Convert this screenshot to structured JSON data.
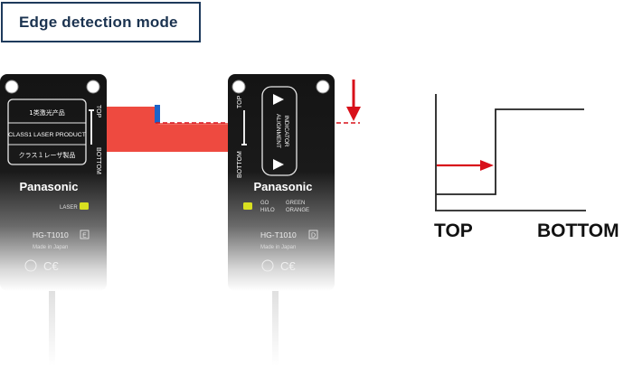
{
  "heading": "Edge detection mode",
  "emitter": {
    "top_label": "TOP",
    "bottom_label": "BOTTOM",
    "label_jp1": "1类激光产品",
    "label_class": "CLASS1 LASER PRODUCT",
    "label_jp2": "クラス１レーザ製品",
    "brand": "Panasonic",
    "indicator_label": "LASER",
    "model": "HG-T1010",
    "model_badge": "E",
    "origin": "Made in Japan"
  },
  "receiver": {
    "top_label": "TOP",
    "bottom_label": "BOTTOM",
    "align_line1": "ALIGNMENT",
    "align_line2": "INDICATOR",
    "brand": "Panasonic",
    "go_label": "GO",
    "hilo_label": "HI/LO",
    "green_label": "GREEN",
    "orange_label": "ORANGE",
    "model": "HG-T1010",
    "model_badge": "D",
    "origin": "Made in Japan"
  },
  "graph": {
    "x_left_label": "TOP",
    "x_right_label": "BOTTOM"
  },
  "colors": {
    "beam": "#ee4a40",
    "edge_marker": "#1c64c8",
    "arrow": "#d8101a",
    "body_dark": "#151515",
    "indicator_yellow": "#d8e020",
    "title_border": "#1e3a5c"
  }
}
